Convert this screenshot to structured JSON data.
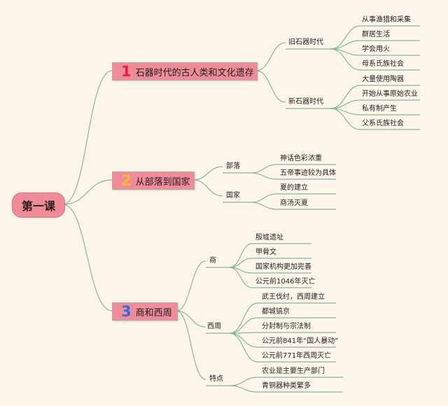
{
  "root": {
    "label": "第一课"
  },
  "branches": [
    {
      "num": "1",
      "label": "石器时代的古人类和文化遗存",
      "color": "#e8203a",
      "subs": [
        {
          "label": "旧石器时代",
          "leaves": [
            "从事渔猎和采集",
            "群居生活",
            "学会用火",
            "母系氏族社会"
          ]
        },
        {
          "label": "新石器时代",
          "leaves": [
            "大量使用陶器",
            "开始从事原始农业",
            "私有制产生",
            "父系氏族社会"
          ]
        }
      ]
    },
    {
      "num": "2",
      "label": "从部落到国家",
      "color": "#f5b93b",
      "subs": [
        {
          "label": "部落",
          "leaves": [
            "神话色彩浓重",
            "五帝事迹较为具体"
          ]
        },
        {
          "label": "国家",
          "leaves": [
            "夏的建立",
            "商汤灭夏"
          ]
        }
      ]
    },
    {
      "num": "3",
      "label": "商和西周",
      "color": "#2e6fd8",
      "subs": [
        {
          "label": "商",
          "leaves": [
            "殷墟遗址",
            "甲骨文",
            "国家机构更加完善",
            "公元前1046年灭亡"
          ]
        },
        {
          "label": "西周",
          "leaves": [
            "武王伐纣，西周建立",
            "都城镐京",
            "分封制与宗法制",
            "公元前841年“国人暴动”",
            "公元前771年西周灭亡"
          ]
        },
        {
          "label": "特点",
          "leaves": [
            "农业是主要生产部门",
            "青铜器种类繁多"
          ]
        }
      ]
    }
  ]
}
